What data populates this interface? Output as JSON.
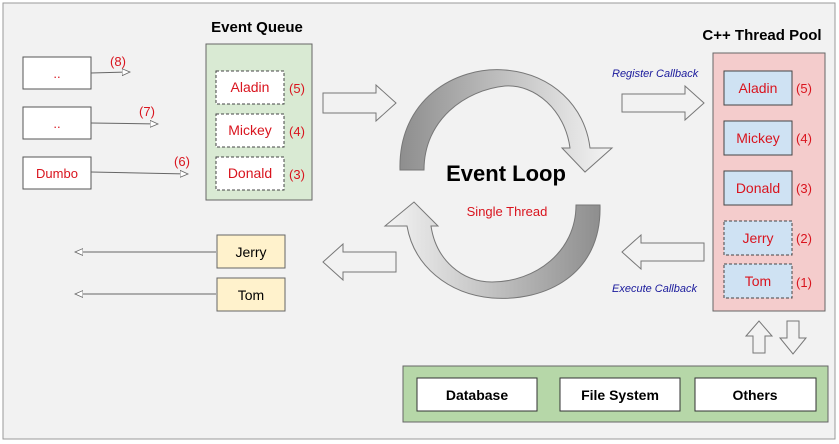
{
  "titles": {
    "event_queue": "Event Queue",
    "thread_pool": "C++ Thread Pool",
    "event_loop": "Event Loop",
    "single_thread": "Single Thread"
  },
  "labels": {
    "register_callback": "Register Callback",
    "execute_callback": "Execute Callback"
  },
  "incoming": [
    {
      "label": "..",
      "num": "(8)"
    },
    {
      "label": "..",
      "num": "(7)"
    },
    {
      "label": "Dumbo",
      "num": "(6)"
    }
  ],
  "queue": [
    {
      "label": "Aladin",
      "num": "(5)"
    },
    {
      "label": "Mickey",
      "num": "(4)"
    },
    {
      "label": "Donald",
      "num": "(3)"
    }
  ],
  "pool": [
    {
      "label": "Aladin",
      "num": "(5)"
    },
    {
      "label": "Mickey",
      "num": "(4)"
    },
    {
      "label": "Donald",
      "num": "(3)"
    },
    {
      "label": "Jerry",
      "num": "(2)"
    },
    {
      "label": "Tom",
      "num": "(1)"
    }
  ],
  "completed": [
    {
      "label": "Jerry"
    },
    {
      "label": "Tom"
    }
  ],
  "resources": [
    {
      "label": "Database"
    },
    {
      "label": "File System"
    },
    {
      "label": "Others"
    }
  ],
  "colors": {
    "background": "#f2f2f2",
    "queue_fill": "#d9ead3",
    "pool_fill": "#f4cccc",
    "pool_item_fill": "#cfe2f3",
    "completed_fill": "#fff2cc",
    "resource_fill": "#b6d7a8",
    "accent_red": "#d9141e",
    "callback_text": "#1a1a9c"
  }
}
